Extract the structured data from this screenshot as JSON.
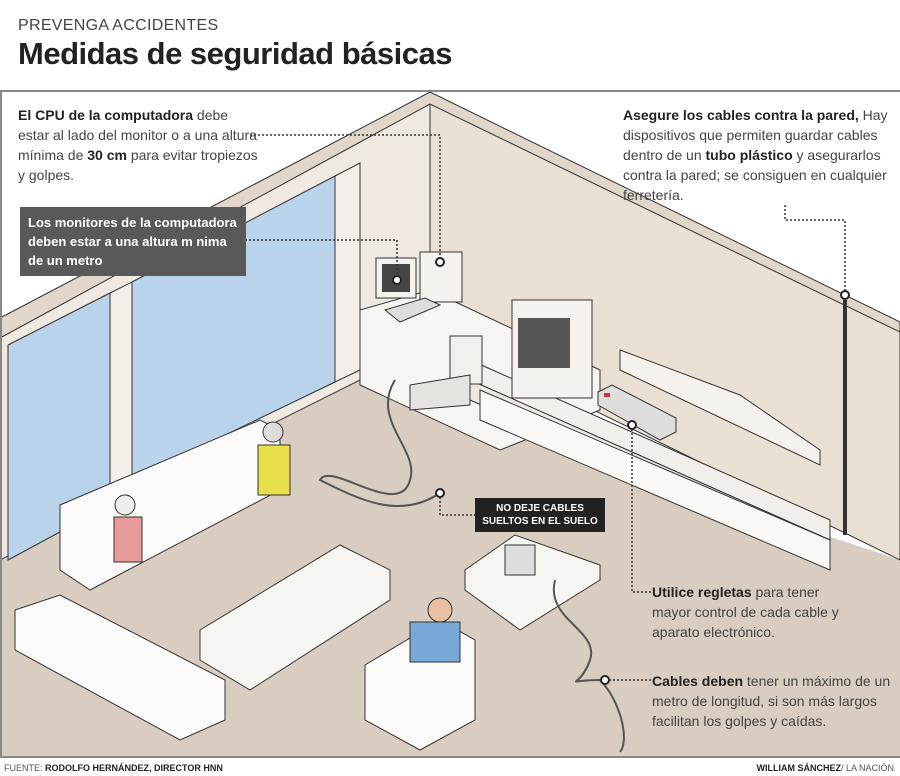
{
  "header": {
    "kicker": "PREVENGA ACCIDENTES",
    "title": "Medidas de seguridad básicas"
  },
  "notes": {
    "cpu": {
      "bold": "El CPU de la computadora",
      "text1": " debe estar al lado del monitor o a una altura mínima de ",
      "bold2": "30 cm",
      "text2": " para evitar tropiezos y golpes."
    },
    "monitors": "Los monitores de la computadora deben estar a una altura m  nima de un metro",
    "wall": {
      "bold": "Asegure los cables contra la pared,",
      "text1": " Hay dispositivos que permiten guardar cables dentro de un ",
      "bold2": "tubo plástico",
      "text2": " y asegurarlos contra la pared; se consiguen en cualquier ferretería."
    },
    "floor": "NO DEJE CABLES SUELTOS EN EL SUELO",
    "strips": {
      "bold": "Utilice regletas",
      "text": " para tener mayor control de cada cable y aparato electrónico."
    },
    "length": {
      "bold": "Cables deben",
      "text": " tener un máximo de un metro de longitud, si son más largos facilitan los golpes y caídas."
    }
  },
  "footer": {
    "source_label": "FUENTE: ",
    "source": "RODOLFO HERNÁNDEZ, DIRECTOR HNN",
    "author": "WILLIAM SÁNCHEZ",
    "outlet": "/ LA NACIÓN"
  },
  "colors": {
    "wall": "#e9dfd2",
    "floor": "#d8cdc0",
    "window": "#b9d3ea",
    "furniture": "#f7f5f2",
    "dark_box": "#595959"
  }
}
